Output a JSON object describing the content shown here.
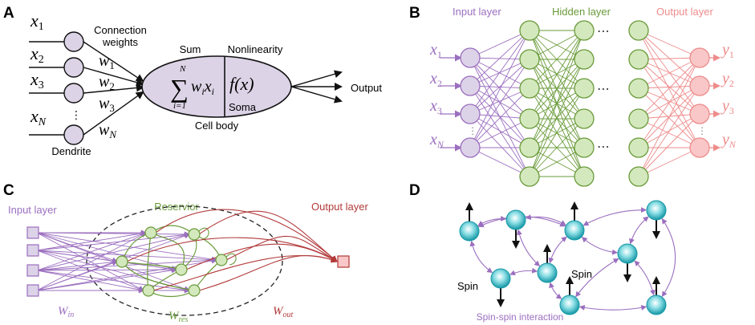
{
  "panels": {
    "a": {
      "letter": "A",
      "connection_weights_line1": "Connection",
      "connection_weights_line2": "weights",
      "sum": "Sum",
      "nonlinearity": "Nonlinearity",
      "output": "Output",
      "cell_body": "Cell body",
      "soma": "Soma",
      "dendrite": "Dendrite",
      "sum_symbol": "∑",
      "sum_upper": "N",
      "sum_lower": "i=1",
      "sum_term": "w",
      "sum_term_sub": "i",
      "sum_term2": "x",
      "sum_term2_sub": "i",
      "f_of_x": "f(x)",
      "inputs": [
        {
          "base": "x",
          "sub": "1"
        },
        {
          "base": "x",
          "sub": "2"
        },
        {
          "base": "x",
          "sub": "3"
        },
        {
          "base": "x",
          "sub": "N"
        }
      ],
      "weights": [
        {
          "base": "w",
          "sub": "1"
        },
        {
          "base": "w",
          "sub": "2"
        },
        {
          "base": "w",
          "sub": "3"
        },
        {
          "base": "w",
          "sub": "N"
        }
      ]
    },
    "b": {
      "letter": "B",
      "input_layer": "Input layer",
      "hidden_layer": "Hidden layer",
      "output_layer": "Output layer",
      "ellipsis": "⋯",
      "inputs": [
        {
          "base": "x",
          "sub": "1"
        },
        {
          "base": "x",
          "sub": "2"
        },
        {
          "base": "x",
          "sub": "3"
        },
        {
          "base": "x",
          "sub": "N"
        }
      ],
      "outputs": [
        {
          "base": "y",
          "sub": "1"
        },
        {
          "base": "y",
          "sub": "2"
        },
        {
          "base": "y",
          "sub": "3"
        },
        {
          "base": "y",
          "sub": "N"
        }
      ]
    },
    "c": {
      "letter": "C",
      "input_layer": "Input layer",
      "reservoir": "Reservior",
      "output_layer": "Output layer",
      "w_in": {
        "base": "W",
        "sub": "in"
      },
      "w_res": {
        "base": "W",
        "sub": "res"
      },
      "w_out": {
        "base": "W",
        "sub": "out"
      }
    },
    "d": {
      "letter": "D",
      "spin_left": "Spin",
      "spin_right": "Spin",
      "interaction": "Spin-spin interaction"
    }
  },
  "colors": {
    "purple": "#9b6fbf",
    "purple_fill": "#ddd3e8",
    "green": "#6a9b3a",
    "green_fill": "#d4e8bd",
    "pink": "#ee8c8c",
    "pink_fill": "#f9c7c7",
    "red": "#b23a3a",
    "neuron_fill": "#dcd3e6",
    "spin_fill": "#2eb8c4",
    "black": "#111111"
  }
}
